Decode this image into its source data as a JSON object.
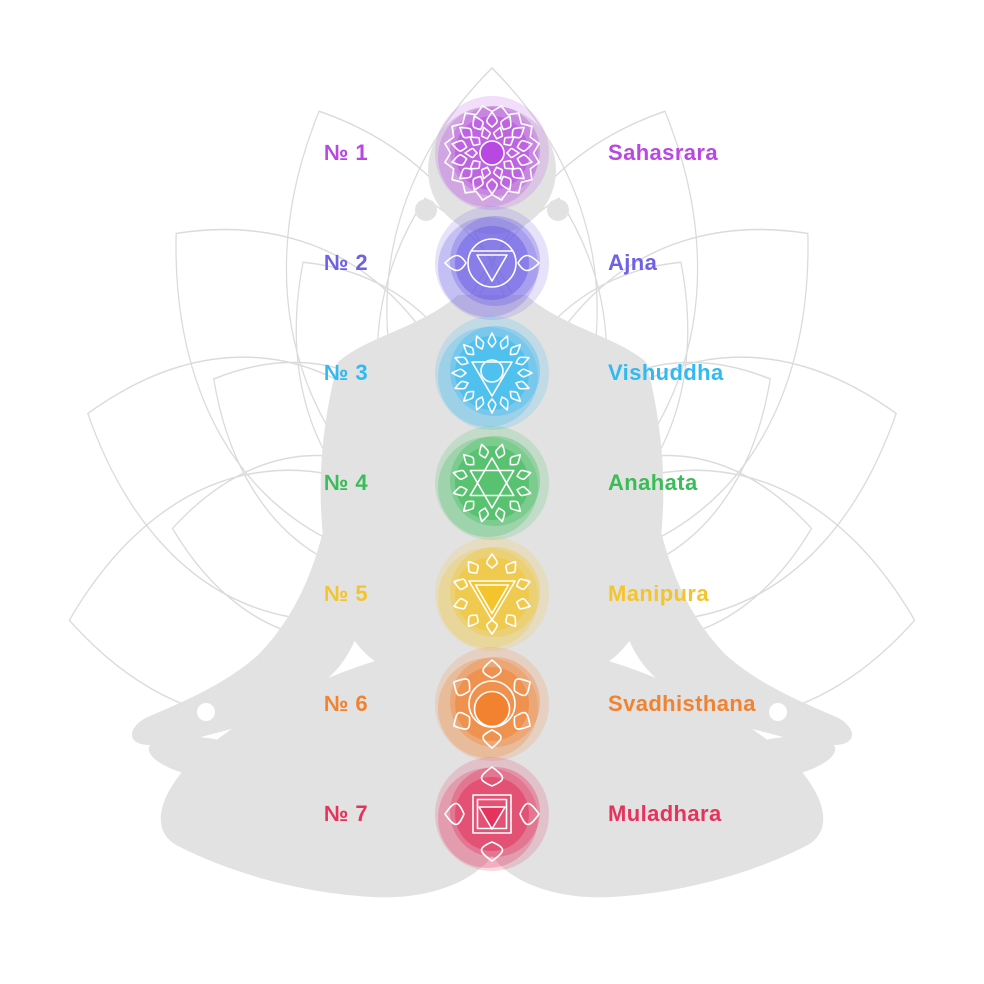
{
  "figure": {
    "title": "Seven chakras meditation diagram",
    "body_silhouette_color": "#e2e2e2",
    "lotus_outline_color": "#dbdbdb",
    "background_color": "#ffffff",
    "symbol_line_color": "#ffffff"
  },
  "chakras": [
    {
      "num_label": "№ 1",
      "name": "Sahasrara",
      "color": "#b848e2",
      "glyph": "crown-lotus-icon",
      "petals": 16
    },
    {
      "num_label": "№ 2",
      "name": "Ajna",
      "color": "#6e61e4",
      "glyph": "third-eye-icon",
      "petals": 2
    },
    {
      "num_label": "№ 3",
      "name": "Vishuddha",
      "color": "#31b9f2",
      "glyph": "throat-triangle-circle-icon",
      "petals": 16
    },
    {
      "num_label": "№ 4",
      "name": "Anahata",
      "color": "#3abc58",
      "glyph": "heart-hexagram-icon",
      "petals": 12
    },
    {
      "num_label": "№ 5",
      "name": "Manipura",
      "color": "#f4c42d",
      "glyph": "solar-triangle-icon",
      "petals": 10
    },
    {
      "num_label": "№ 6",
      "name": "Svadhisthana",
      "color": "#f28130",
      "glyph": "sacral-crescent-icon",
      "petals": 6
    },
    {
      "num_label": "№ 7",
      "name": "Muladhara",
      "color": "#e4335c",
      "glyph": "root-square-triangle-icon",
      "petals": 4
    }
  ]
}
